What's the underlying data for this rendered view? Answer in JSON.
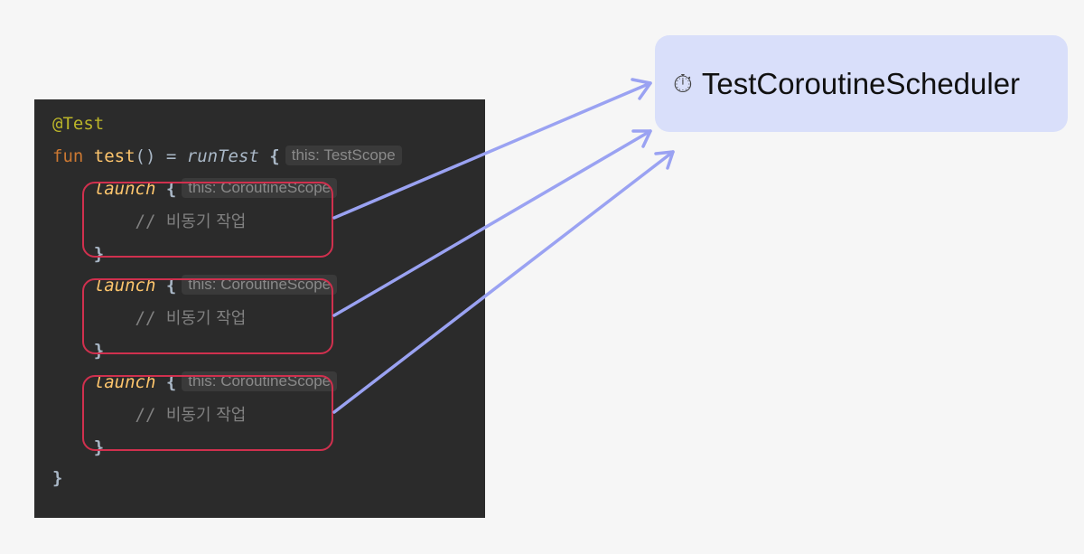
{
  "code": {
    "annotation": "@Test",
    "fun_kw": "fun",
    "fun_name": "test",
    "fun_sig": "() = ",
    "run_test": "runTest",
    "open_brace": " {",
    "run_test_hint": "this: TestScope",
    "blocks": [
      {
        "launch": "launch",
        "open": " {",
        "hint": "this: CoroutineScope",
        "comment": "// ",
        "comment_text": "비동기 작업",
        "close": "}"
      },
      {
        "launch": "launch",
        "open": " {",
        "hint": "this: CoroutineScope",
        "comment": "// ",
        "comment_text": "비동기 작업",
        "close": "}"
      },
      {
        "launch": "launch",
        "open": " {",
        "hint": "this: CoroutineScope",
        "comment": "// ",
        "comment_text": "비동기 작업",
        "close": "}"
      }
    ],
    "final_brace": "}"
  },
  "scheduler": {
    "icon": "stopwatch-icon",
    "icon_glyph": "⏱",
    "label": "TestCoroutineScheduler"
  },
  "colors": {
    "editor_bg": "#2b2b2b",
    "highlight_box": "#d0304e",
    "arrow": "#9aa2f2",
    "scheduler_bg": "#d9dffa"
  }
}
